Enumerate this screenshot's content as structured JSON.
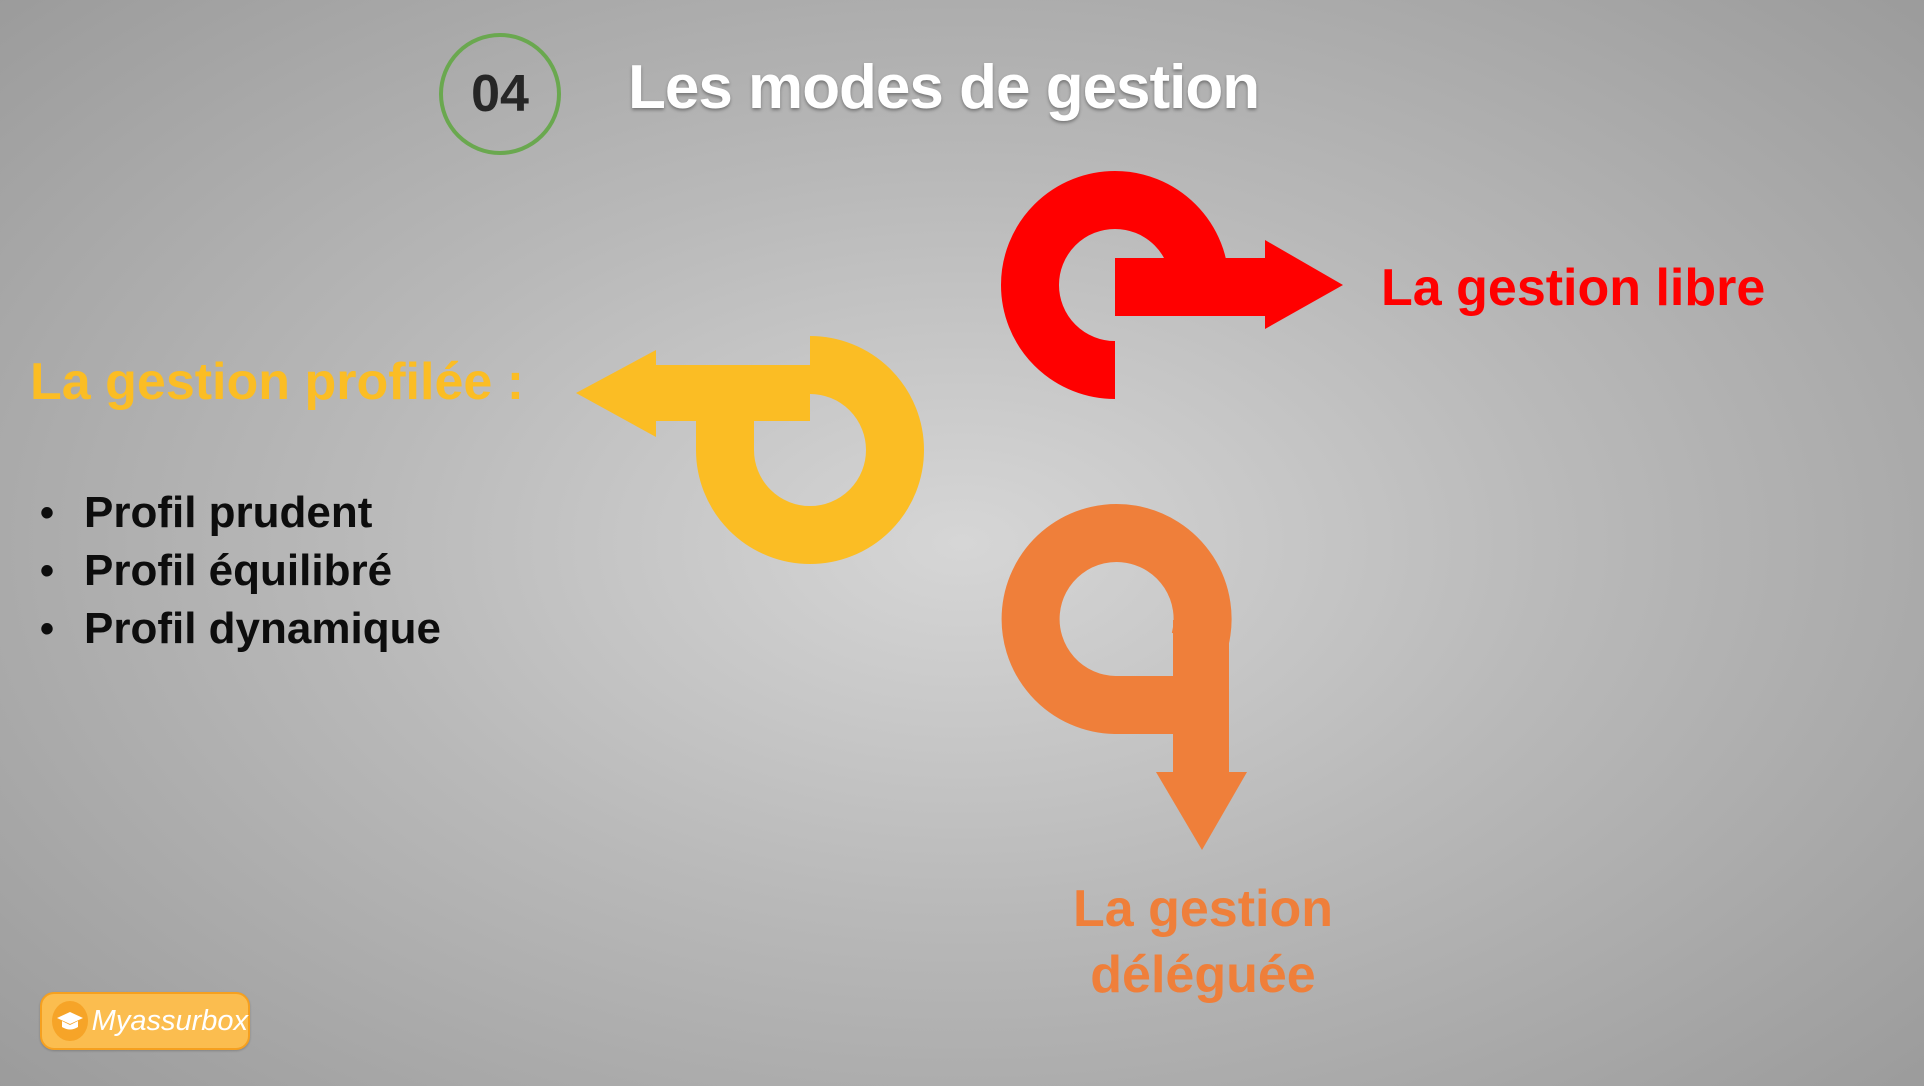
{
  "slide": {
    "number": "04",
    "title": "Les modes de gestion"
  },
  "modes": {
    "profilee": {
      "label": "La gestion profilée :",
      "items": [
        "Profil prudent",
        "Profil équilibré",
        "Profil dynamique"
      ],
      "color": "#fbbd24"
    },
    "libre": {
      "label": "La gestion libre",
      "color": "#ff0000"
    },
    "deleguee": {
      "label_line1": "La gestion",
      "label_line2": "déléguée",
      "color": "#ef7f3a"
    }
  },
  "logo": {
    "text": "Myassurbox",
    "icon": "graduation-cap-icon"
  },
  "colors": {
    "title": "#ffffff",
    "number_ring": "#6aa84f",
    "list_text": "#0d0d0d"
  }
}
